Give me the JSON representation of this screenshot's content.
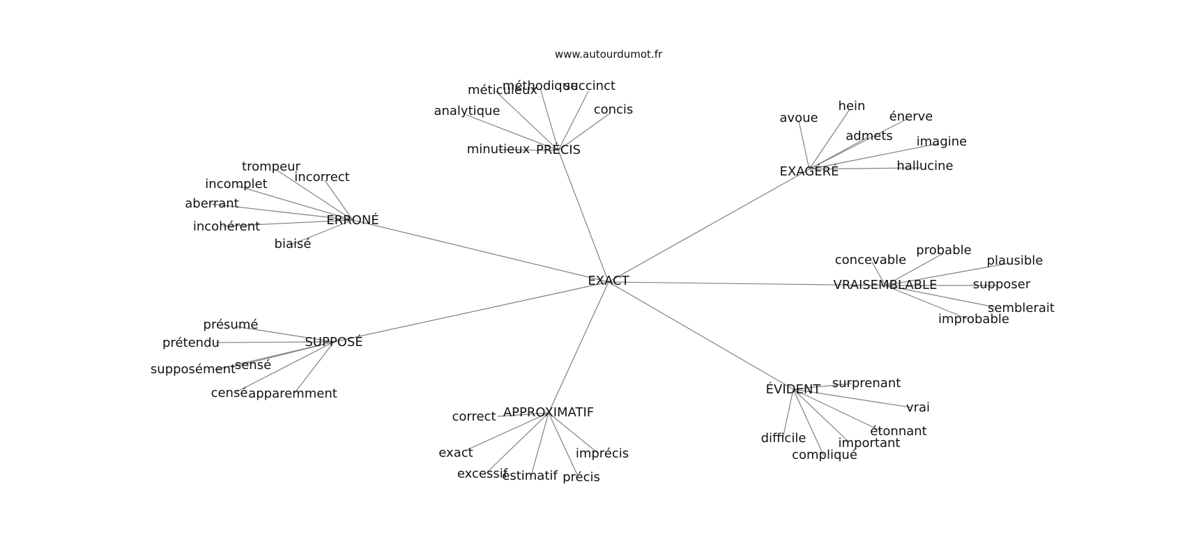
{
  "credit": "www.autourdumot.fr",
  "colors": {
    "edge": "#808080",
    "text": "#111111",
    "background": "#ffffff"
  },
  "graph": {
    "center": {
      "label": "EXACT"
    },
    "hubs": [
      {
        "label": "PRÉCIS",
        "leaves": [
          "méticuleux",
          "méthodique",
          "succinct",
          "analytique",
          "concis",
          "minutieux"
        ]
      },
      {
        "label": "EXAGÉRÉ",
        "leaves": [
          "avoue",
          "hein",
          "énerve",
          "admets",
          "imagine",
          "hallucine"
        ]
      },
      {
        "label": "ERRONÉ",
        "leaves": [
          "trompeur",
          "incorrect",
          "incomplet",
          "aberrant",
          "incohérent",
          "biaisé"
        ]
      },
      {
        "label": "VRAISEMBLABLE",
        "leaves": [
          "concevable",
          "probable",
          "plausible",
          "supposer",
          "semblerait",
          "improbable"
        ]
      },
      {
        "label": "SUPPOSÉ",
        "leaves": [
          "présumé",
          "prétendu",
          "supposément",
          "sensé",
          "censé",
          "apparemment"
        ]
      },
      {
        "label": "APPROXIMATIF",
        "leaves": [
          "correct",
          "exact",
          "excessif",
          "estimatif",
          "précis",
          "imprécis"
        ]
      },
      {
        "label": "ÉVIDENT",
        "leaves": [
          "surprenant",
          "vrai",
          "étonnant",
          "difficile",
          "important",
          "compliqué"
        ]
      }
    ]
  }
}
